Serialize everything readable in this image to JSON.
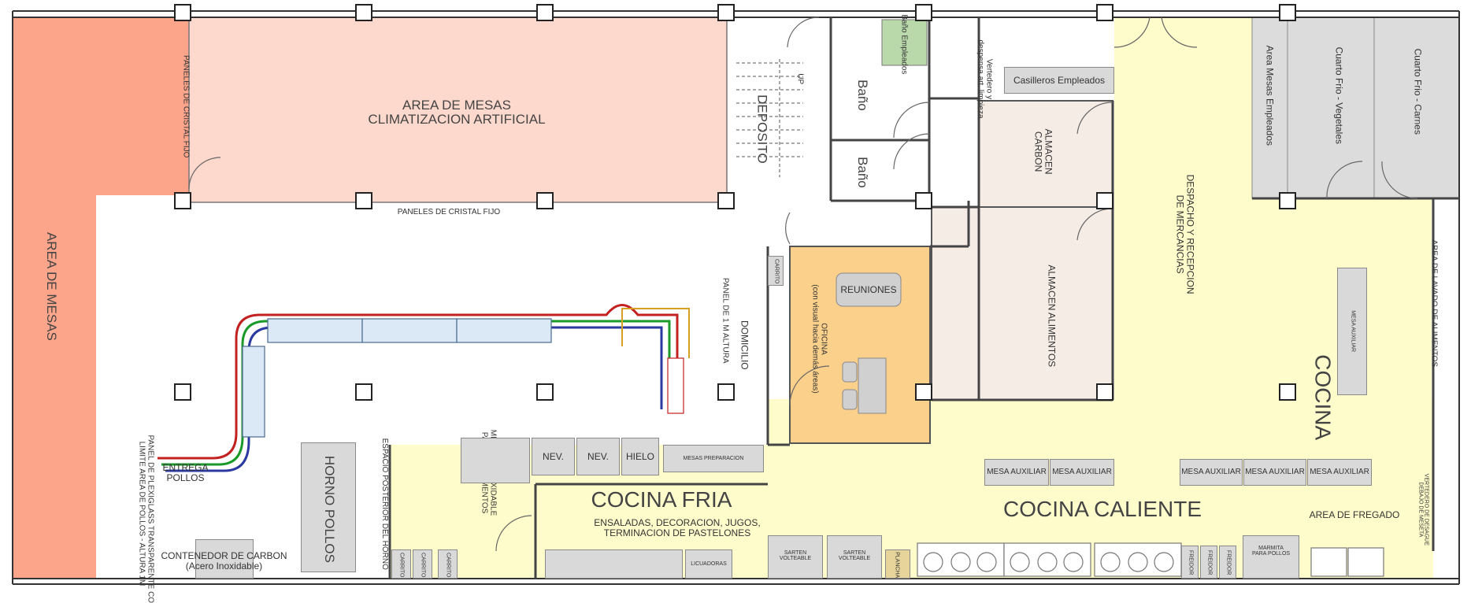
{
  "areas": {
    "area_mesas_clima": [
      "AREA DE MESAS",
      "CLIMATIZACION ARTIFICIAL"
    ],
    "area_mesas": "AREA DE MESAS",
    "paneles_vertical": "PANELES DE CRISTAL FIJO",
    "paneles_horizontal": "PANELES DE CRISTAL FIJO",
    "deposito": "DEPOSITO",
    "up": "UP",
    "bano_1": "Baño",
    "bano_2": "Baño",
    "bano_empleados": "Baño Empleados",
    "vertedero": [
      "Vertedero y",
      "despensa art. limpieza"
    ],
    "casilleros": "Casilleros Empleados",
    "almacen_carbon": [
      "ALMACEN",
      "CARBON"
    ],
    "almacen_alimentos": "ALMACEN ALIMENTOS",
    "despacho": [
      "DESPACHO Y RECEPCION",
      "DE MERCANCIAS"
    ],
    "area_mesas_empleados": "Area Mesas Empleados",
    "cuarto_vegetales": "Cuarto Frio - Vegetales",
    "cuarto_carnes": "Cuarto Frio - Carnes",
    "area_lavado": "AREA DE LAVADO DE ALIMENTOS",
    "cocina": "COCINA",
    "mesa_auxiliar_vertical": "MESA AUXILIAR",
    "reuniones": "REUNIONES",
    "oficina": [
      "OFICINA",
      "(con visual hacia demás áreas)"
    ],
    "carrito_office": "CARRITO",
    "panel_1m": "PANEL DE 1 M ALTURA",
    "domicilio": "DOMICILIO",
    "mesa_ac_inox": [
      "MESA AC. INOXIDABLE",
      "PASO DE ALIMENTOS"
    ],
    "nev_1": "NEV.",
    "nev_2": "NEV.",
    "hielo": "HIELO",
    "mesas_preparacion": "MESAS PREPARACION",
    "cocina_fria": "COCINA FRIA",
    "cocina_fria_sub": [
      "ENSALADAS, DECORACION, JUGOS,",
      "TERMINACION DE PASTELONES"
    ],
    "cocina_caliente": "COCINA CALIENTE",
    "mesa_auxiliar_pair_1": [
      "MESA AUXILIAR",
      "MESA AUXILIAR"
    ],
    "mesa_auxiliar_trio": [
      "MESA AUXILIAR",
      "MESA AUXILIAR",
      "MESA AUXILIAR"
    ],
    "area_fregado": "AREA DE FREGADO",
    "vertedero_desague": [
      "VERTEDERO DE DESAGUE",
      "DEBAJO DE MESETA"
    ],
    "entrega_pollos": [
      "ENTREGA",
      "POLLOS"
    ],
    "horno_pollos": "HORNO POLLOS",
    "espacio_posterior": "ESPACIO POSTERIOR DEL HORNO",
    "panel_plexiglass": [
      "PANEL DE PLEXIGLASS TRANSPARENTE CO",
      "LIMITE AREA DE POLLOS - ALTURA 1M"
    ],
    "contenedor_carbon": [
      "CONTENEDOR DE CARBON",
      "(Acero Inoxidable)"
    ],
    "carrito_a": "CARRITO",
    "carrito_b": "CARRITO",
    "carrito_c": "CARRITO",
    "licuadoras": "LICUADORAS",
    "sarten_1": [
      "SARTEN",
      "VOLTEABLE"
    ],
    "sarten_2": [
      "SARTEN",
      "VOLTEABLE"
    ],
    "plancha": "PLANCHA",
    "freidor_1": "FREIDOR",
    "freidor_2": "FREIDOR",
    "freidor_3": "FREIDOR",
    "marmita": [
      "MARMITA",
      "PARA POLLOS"
    ]
  },
  "colors": {
    "dining_salmon": "#fda58a",
    "dining_light": "#fdd8cc",
    "kitchen_yellow": "#fefccb",
    "office_orange": "#fbd08b",
    "storage_beige": "#f6ece6",
    "cold_grey": "#dcdcdc",
    "bath_green": "#b9d9ab"
  }
}
